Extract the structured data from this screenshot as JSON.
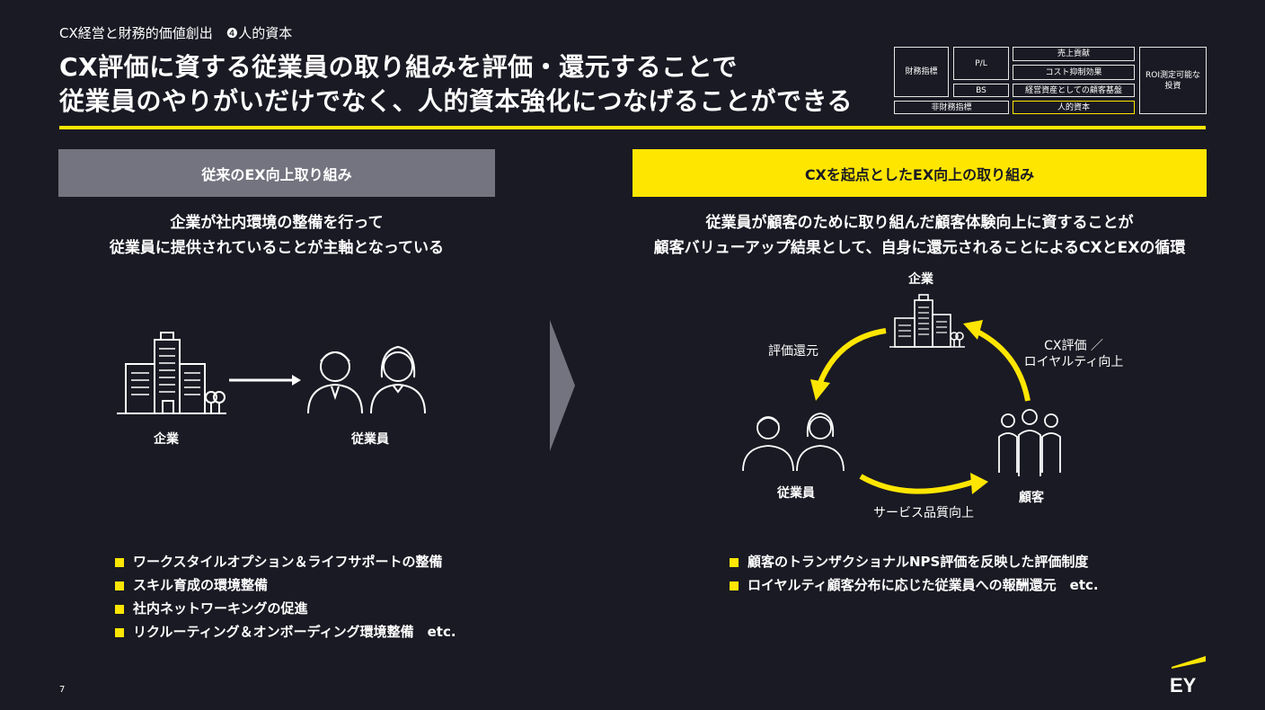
{
  "header": {
    "subtitle": "CX経営と財務的価値創出　❹人的資本",
    "title_line1": "CX評価に資する従業員の取り組みを評価・還元することで",
    "title_line2": "従業員のやりがいだけでなく、人的資本強化につなげることができる"
  },
  "finance_table": {
    "financial": "財務指標",
    "pl": "P/L",
    "bs": "BS",
    "sales": "売上貢献",
    "cost": "コスト抑制効果",
    "asset": "経営資産としての顧客基盤",
    "human": "人的資本",
    "nonfinancial": "非財務指標",
    "roi": "ROI測定可能な投資"
  },
  "left": {
    "band": "従来のEX向上取り組み",
    "desc_line1": "企業が社内環境の整備を行って",
    "desc_line2": "従業員に提供されていることが主軸となっている",
    "label_company": "企業",
    "label_employee": "従業員",
    "bullets": [
      "ワークスタイルオプション＆ライフサポートの整備",
      "スキル育成の環境整備",
      "社内ネットワーキングの促進",
      "リクルーティング＆オンボーディング環境整備　etc."
    ]
  },
  "right": {
    "band": "CXを起点としたEX向上の取り組み",
    "desc_line1": "従業員が顧客のために取り組んだ顧客体験向上に資することが",
    "desc_line2": "顧客バリューアップ結果として、自身に還元されることによるCXとEXの循環",
    "label_company": "企業",
    "label_employee": "従業員",
    "label_customer": "顧客",
    "cycle_reward": "評価還元",
    "cycle_cx_1": "CX評価 ／",
    "cycle_cx_2": "ロイヤルティ向上",
    "cycle_service": "サービス品質向上",
    "bullets": [
      "顧客のトランザクショナルNPS評価を反映した評価制度",
      "ロイヤルティ顧客分布に応じた従業員への報酬還元　etc."
    ]
  },
  "footer": {
    "page": "7",
    "logo": "EY"
  },
  "colors": {
    "background": "#1a1a24",
    "accent": "#ffe600",
    "gray_band": "#747480"
  }
}
